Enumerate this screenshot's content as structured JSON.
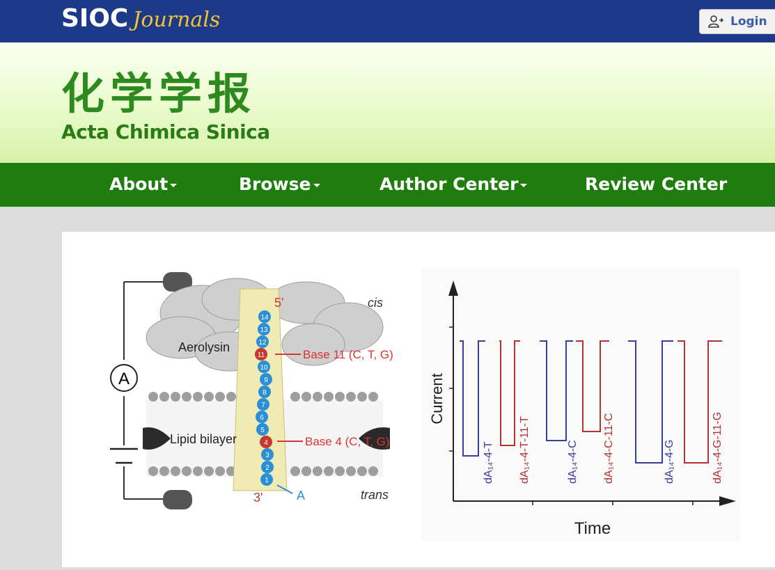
{
  "header": {
    "brand_main": "SIOC",
    "brand_italic": "Journals",
    "login_label": "Login"
  },
  "banner": {
    "chinese_title": "化学学报",
    "english_title": "Acta Chimica Sinica"
  },
  "nav": {
    "items": [
      {
        "label": "About",
        "has_dropdown": true
      },
      {
        "label": "Browse",
        "has_dropdown": true
      },
      {
        "label": "Author Center",
        "has_dropdown": true
      },
      {
        "label": "Review Center",
        "has_dropdown": false
      }
    ]
  },
  "figure": {
    "left_panel": {
      "meter": "A",
      "cis": "cis",
      "trans": "trans",
      "aerolysin": "Aerolysin",
      "lipid_bilayer": "Lipid bilayer",
      "base11": "Base 11 (C, T, G)",
      "base4": "Base 4 (C, T, G)",
      "five_prime": "5'",
      "three_prime": "3'",
      "arrow_a": "A",
      "bead_numbers": [
        "14",
        "13",
        "12",
        "11",
        "10",
        "9",
        "8",
        "7",
        "6",
        "5",
        "4",
        "3",
        "2",
        "1"
      ]
    },
    "right_panel": {
      "ylabel": "Current",
      "xlabel": "Time",
      "traces": [
        "dA₁₄-4-T",
        "dA₁₄-4-T-11-T",
        "dA₁₄-4-C",
        "dA₁₄-4-C-11-C",
        "dA₁₄-4-G",
        "dA₁₄-4-G-11-G"
      ]
    },
    "colors": {
      "blue_trace": "#3c3c9a",
      "red_trace": "#b73030",
      "bead": "#2b8fd6"
    }
  }
}
